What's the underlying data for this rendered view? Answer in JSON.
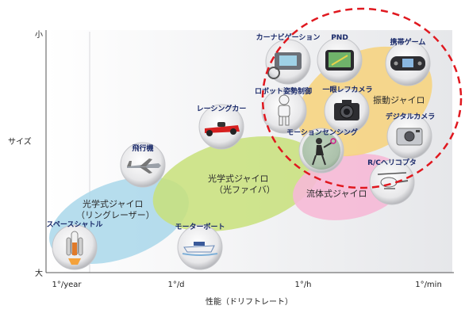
{
  "axes": {
    "y_label": "サイズ",
    "y_top": "小",
    "y_bottom": "大",
    "x_label": "性能（ドリフトレート）",
    "x_ticks": [
      "1°/year",
      "1°/d",
      "1°/h",
      "1°/min"
    ]
  },
  "regions": {
    "ring_laser": {
      "line1": "光学式ジャイロ",
      "line2": "（リングレーザー）"
    },
    "fiber": {
      "line1": "光学式ジャイロ",
      "line2": "（光ファイバ）"
    },
    "fluid": {
      "line1": "流体式ジャイロ"
    },
    "vibration": {
      "line1": "振動ジャイロ"
    }
  },
  "applications": {
    "space_shuttle": "スペースシャトル",
    "aircraft": "飛行機",
    "racing_car": "レーシングカー",
    "motorboat": "モーターボート",
    "car_navigation": "カーナビゲーション",
    "pnd": "PND",
    "portable_game": "携帯ゲーム",
    "robot_control": "ロボット姿勢制御",
    "slr_camera": "一眼レフカメラ",
    "motion_sensing": "モーションセンシング",
    "digital_camera": "デジタルカメラ",
    "rc_helicopter": "R/Cヘリコプタ"
  },
  "colors": {
    "ring_laser_region": "#a9d7ea",
    "fiber_region": "#c8e07a",
    "fluid_region": "#f6b9d6",
    "vibration_region": "#f7d27a",
    "highlight_circle": "#e0181f",
    "label_text": "#1a2a6a"
  }
}
